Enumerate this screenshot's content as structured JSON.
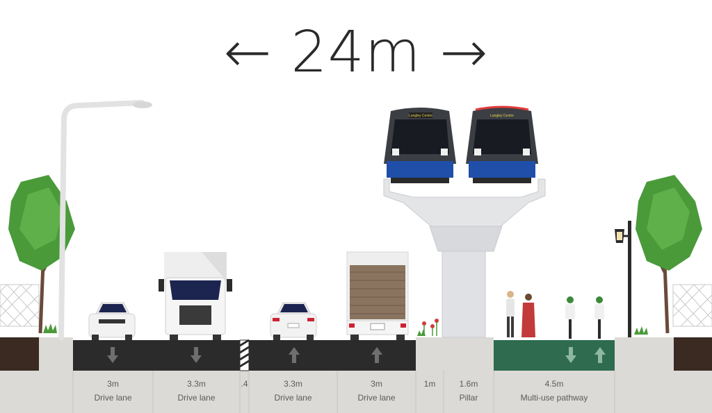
{
  "header": {
    "total_width": "24m"
  },
  "train": {
    "destination_left": "Langley Centre",
    "destination_right": "Langley Centre"
  },
  "segments": [
    {
      "width": "3m",
      "name": "Drive lane"
    },
    {
      "width": "3.3m",
      "name": "Drive lane"
    },
    {
      "width": ".4",
      "name": ""
    },
    {
      "width": "3.3m",
      "name": "Drive lane"
    },
    {
      "width": "3m",
      "name": "Drive lane"
    },
    {
      "width": "1m",
      "name": ""
    },
    {
      "width": "1.6m",
      "name": "Pillar"
    },
    {
      "width": "4.5m",
      "name": "Multi-use pathway"
    }
  ],
  "colors": {
    "road": "#2b2b2b",
    "pathway": "#2e6b4f",
    "ground": "#d8d6d2",
    "soil": "#3a2a22",
    "arrow": "#6f6f6f",
    "tree": "#4a9a3a",
    "train_blue": "#1f4fa8"
  },
  "icons": [
    "left-arrow-icon",
    "right-arrow-icon",
    "down-arrow-icon",
    "up-arrow-icon"
  ]
}
